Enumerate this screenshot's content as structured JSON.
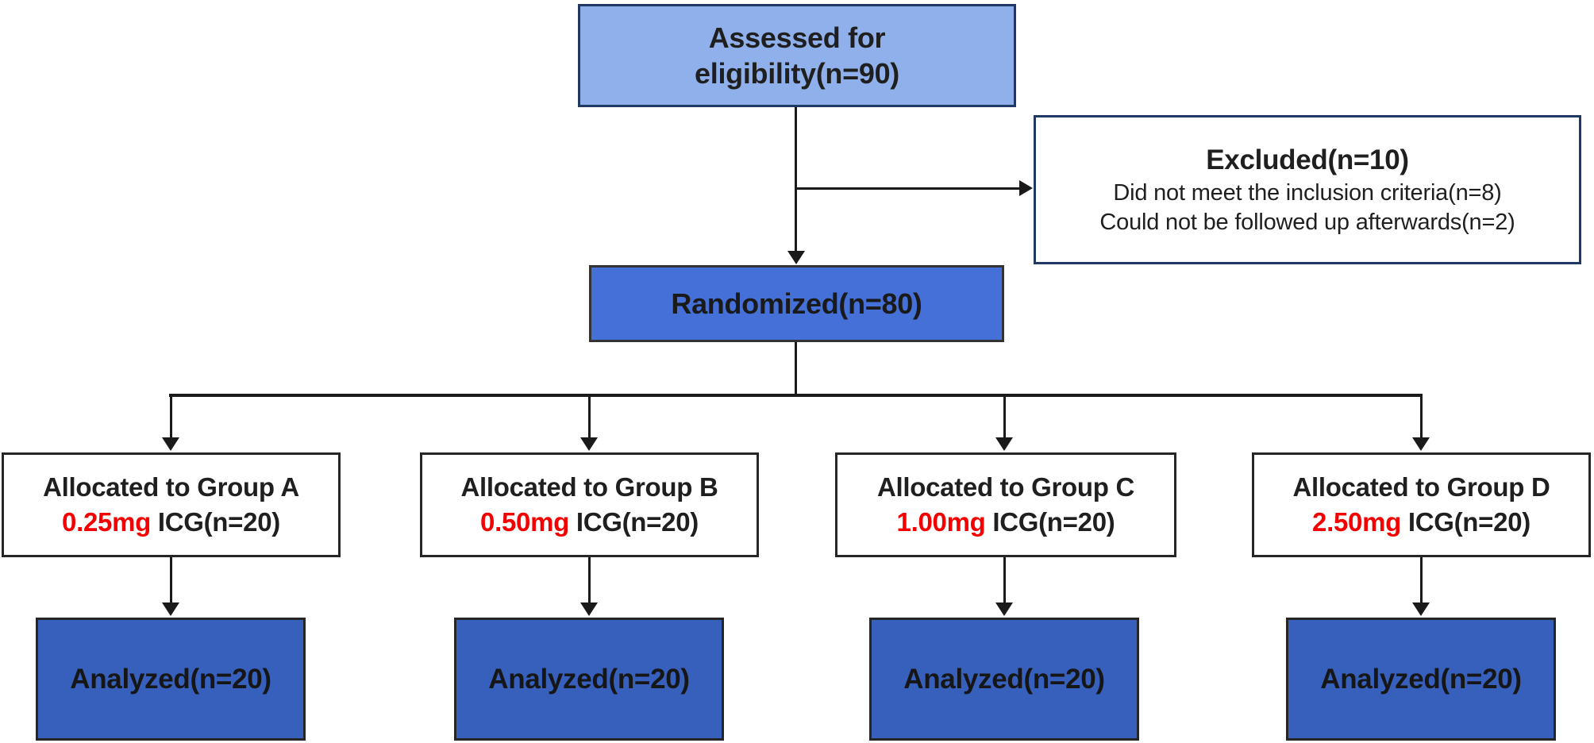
{
  "diagram": {
    "type": "consort-flowchart",
    "assessed": {
      "line1": "Assessed for",
      "line2": "eligibility(n=90)"
    },
    "excluded": {
      "title": "Excluded(n=10)",
      "reasons": [
        "Did not meet the inclusion criteria(n=8)",
        "Could not be followed up afterwards(n=2)"
      ]
    },
    "randomized": {
      "label": "Randomized(n=80)"
    },
    "groups": [
      {
        "allocation": "Allocated to Group A",
        "dose": "0.25mg",
        "dose_suffix": " ICG(n=20)",
        "analyzed": "Analyzed(n=20)"
      },
      {
        "allocation": "Allocated to Group B",
        "dose": "0.50mg",
        "dose_suffix": " ICG(n=20)",
        "analyzed": "Analyzed(n=20)"
      },
      {
        "allocation": "Allocated to Group C",
        "dose": "1.00mg",
        "dose_suffix": " ICG(n=20)",
        "analyzed": "Analyzed(n=20)"
      },
      {
        "allocation": "Allocated to Group D",
        "dose": "2.50mg",
        "dose_suffix": " ICG(n=20)",
        "analyzed": "Analyzed(n=20)"
      }
    ],
    "colors": {
      "assessed_fill": "#8FB0EA",
      "randomized_fill": "#4470D8",
      "analyzed_fill": "#3760BC",
      "navy_border": "#1F3864",
      "dark_border": "#262626",
      "connector": "#1a1a1a",
      "dose_red": "#F40000"
    }
  }
}
